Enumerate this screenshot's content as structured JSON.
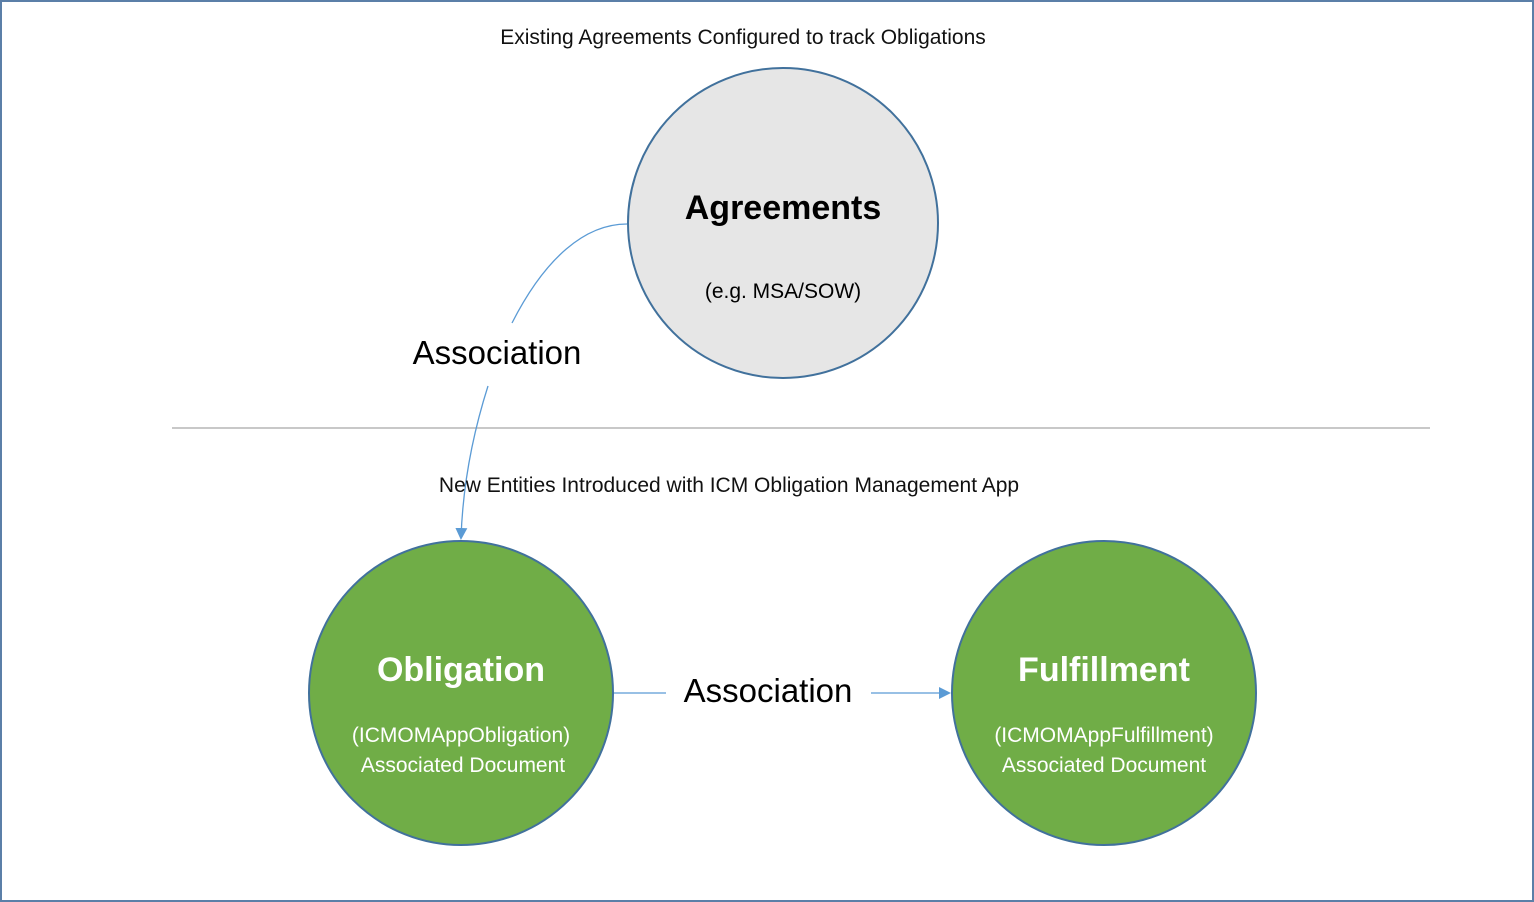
{
  "sections": {
    "top_caption": "Existing Agreements Configured to track Obligations",
    "bottom_caption": "New Entities Introduced with ICM Obligation Management App"
  },
  "nodes": {
    "agreements": {
      "title": "Agreements",
      "subtitle": "(e.g. MSA/SOW)",
      "fill": "#e6e6e6",
      "stroke": "#41719c"
    },
    "obligation": {
      "title": "Obligation",
      "subtitle_line1": "(ICMOMAppObligation)",
      "subtitle_line2": "Associated Document",
      "fill": "#70ad47",
      "stroke": "#41719c"
    },
    "fulfillment": {
      "title": "Fulfillment",
      "subtitle_line1": "(ICMOMAppFulfillment)",
      "subtitle_line2": "Associated Document",
      "fill": "#70ad47",
      "stroke": "#41719c"
    }
  },
  "edges": {
    "agreements_to_obligation": {
      "label": "Association"
    },
    "obligation_to_fulfillment": {
      "label": "Association"
    }
  },
  "colors": {
    "connector": "#5b9bd5",
    "divider": "#a6a6a6",
    "frame": "#5b7fa8"
  }
}
